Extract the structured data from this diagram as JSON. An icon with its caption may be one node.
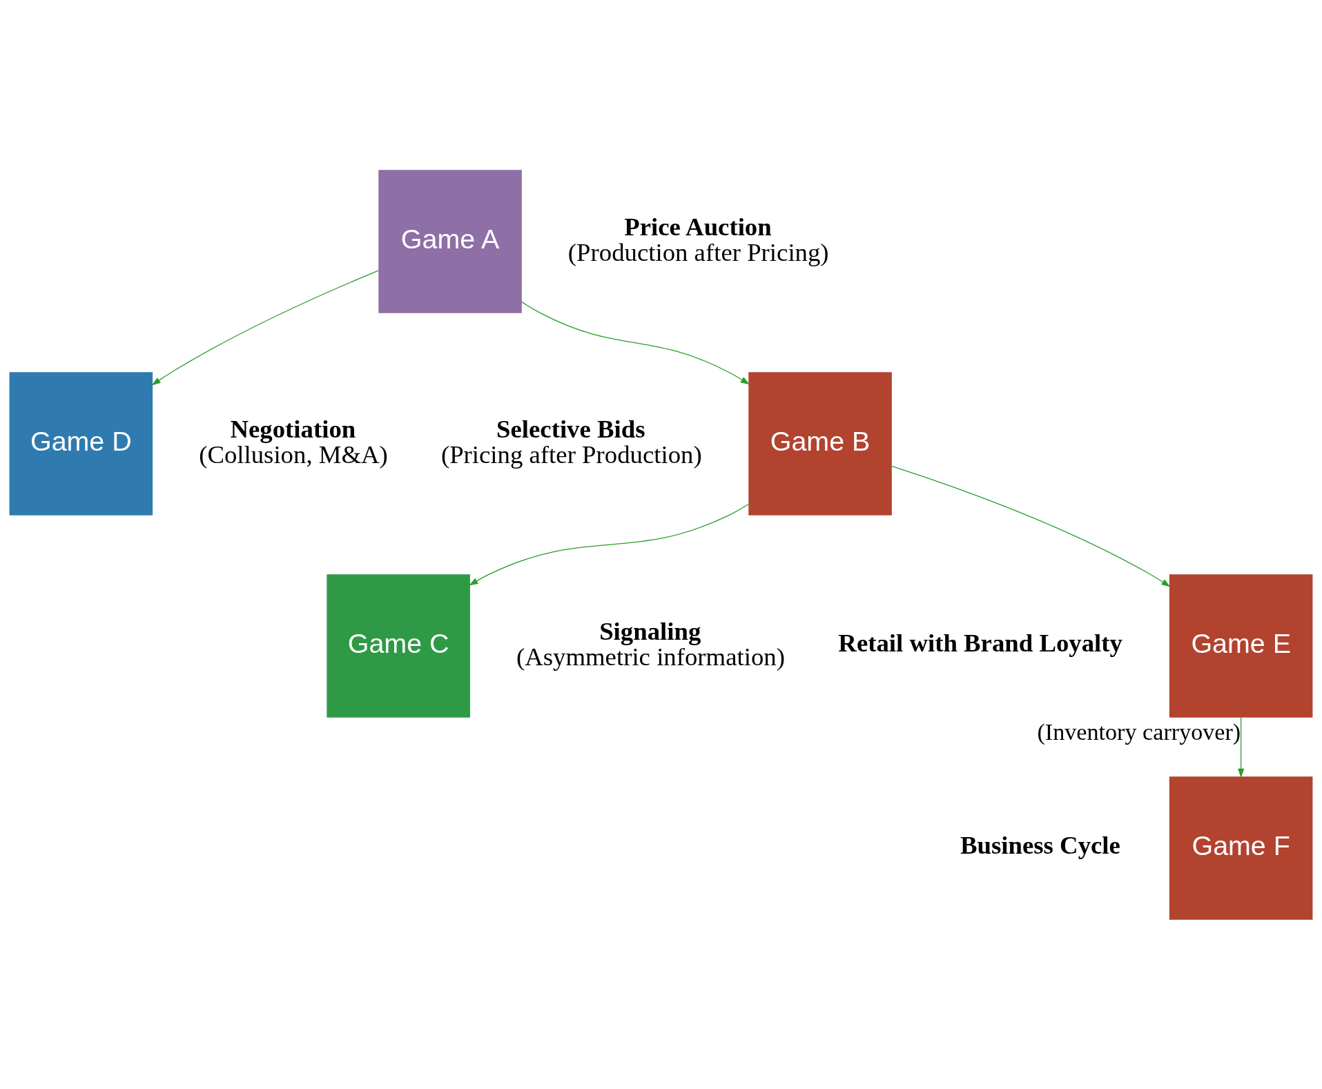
{
  "diagram": {
    "nodes": [
      {
        "text": [
          "Game A"
        ],
        "beside": [
          "Price Auction",
          "(Production after Pricing)"
        ]
      },
      {
        "text": [
          "Game B"
        ],
        "beside": [
          "Selective Bids",
          "(Pricing after Production)"
        ]
      },
      {
        "text": [
          "Game D"
        ],
        "beside": [
          "Negotiation",
          "(Collusion, M&A)"
        ]
      },
      {
        "text": [
          "Game E"
        ],
        "beside": [
          "Retail with Brand Loyalty"
        ]
      },
      {
        "text": [
          "Game C"
        ],
        "beside": [
          "Signaling",
          "(Asymmetric information)"
        ]
      },
      {
        "text": [
          "Game F"
        ],
        "beside": [
          "Business Cycle"
        ]
      }
    ],
    "edges": [
      {
        "from": 0,
        "to": 1,
        "arrow": "to"
      },
      {
        "from": 0,
        "to": 2,
        "arrow": "to"
      },
      {
        "from": 1,
        "to": 3,
        "arrow": "to"
      },
      {
        "from": 1,
        "to": 4,
        "arrow": "to"
      },
      {
        "from": 3,
        "to": 5,
        "arrow": "to",
        "label": "(Inventory carryover)"
      }
    ]
  }
}
